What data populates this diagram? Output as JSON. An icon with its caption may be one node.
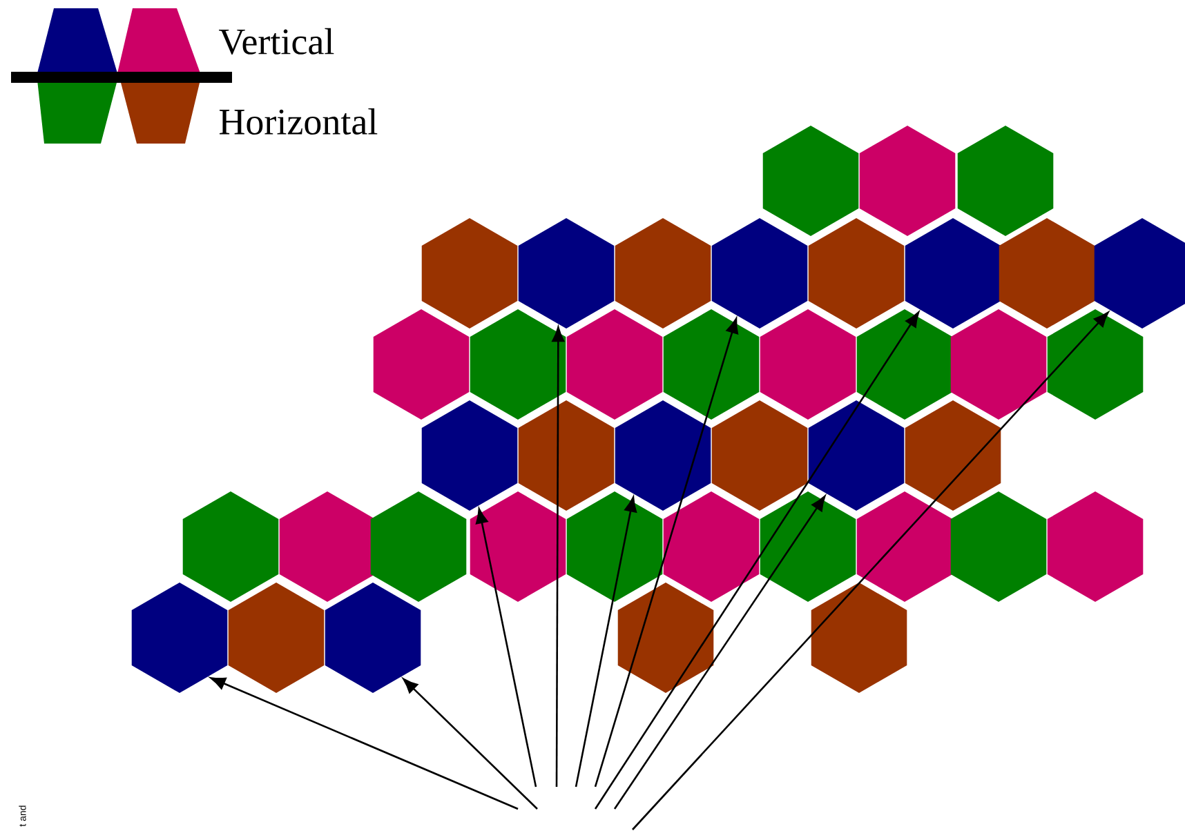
{
  "diagram": {
    "nodes": [
      {
        "text": [],
        "shape": "hexagon"
      },
      {
        "text": [],
        "shape": "hexagon"
      },
      {
        "text": [],
        "shape": "hexagon"
      },
      {
        "text": [],
        "shape": "hexagon"
      },
      {
        "text": [],
        "shape": "hexagon"
      },
      {
        "text": [],
        "shape": "hexagon"
      },
      {
        "text": [],
        "shape": "hexagon"
      },
      {
        "text": [],
        "shape": "hexagon"
      },
      {
        "text": [],
        "shape": "hexagon"
      },
      {
        "text": [],
        "shape": "hexagon"
      },
      {
        "text": [],
        "shape": "hexagon"
      },
      {
        "text": [],
        "shape": "hexagon"
      },
      {
        "text": [],
        "shape": "hexagon"
      },
      {
        "text": [],
        "shape": "hexagon"
      },
      {
        "text": [],
        "shape": "hexagon"
      },
      {
        "text": [],
        "shape": "hexagon"
      },
      {
        "text": [],
        "shape": "hexagon"
      },
      {
        "text": [],
        "shape": "hexagon"
      },
      {
        "text": [],
        "shape": "hexagon"
      },
      {
        "text": [],
        "shape": "hexagon"
      },
      {
        "text": [],
        "shape": "hexagon"
      },
      {
        "text": [],
        "shape": "hexagon"
      },
      {
        "text": [],
        "shape": "hexagon"
      },
      {
        "text": [],
        "shape": "hexagon"
      },
      {
        "text": [],
        "shape": "hexagon"
      },
      {
        "text": [],
        "shape": "hexagon"
      },
      {
        "text": [],
        "shape": "hexagon"
      },
      {
        "text": [],
        "shape": "hexagon"
      },
      {
        "text": [],
        "shape": "hexagon"
      },
      {
        "text": [],
        "shape": "hexagon"
      },
      {
        "text": [],
        "shape": "hexagon"
      },
      {
        "text": [],
        "shape": "hexagon"
      },
      {
        "text": [],
        "shape": "hexagon"
      },
      {
        "text": [],
        "shape": "hexagon"
      },
      {
        "text": [],
        "shape": "hexagon"
      },
      {
        "text": [],
        "shape": "hexagon"
      },
      {
        "text": [],
        "shape": "hexagon"
      },
      {
        "text": [],
        "shape": "hexagon"
      },
      {
        "text": [],
        "shape": "hexagon"
      },
      {
        "text": [],
        "shape": "hexagon"
      }
    ],
    "edges": [
      {
        "from": null,
        "to": 35,
        "arrow": "to"
      },
      {
        "from": null,
        "to": 37,
        "arrow": "to"
      },
      {
        "from": null,
        "to": 19,
        "arrow": "to"
      },
      {
        "from": null,
        "to": 4,
        "arrow": "to"
      },
      {
        "from": null,
        "to": 21,
        "arrow": "to"
      },
      {
        "from": null,
        "to": 6,
        "arrow": "to"
      },
      {
        "from": null,
        "to": 23,
        "arrow": "to"
      },
      {
        "from": null,
        "to": 8,
        "arrow": "to"
      },
      {
        "from": null,
        "to": 10,
        "arrow": "to"
      }
    ],
    "labels": [
      "t and"
    ],
    "legend": [
      {
        "text": "Vertical"
      },
      {
        "text": "Horizontal"
      }
    ]
  }
}
